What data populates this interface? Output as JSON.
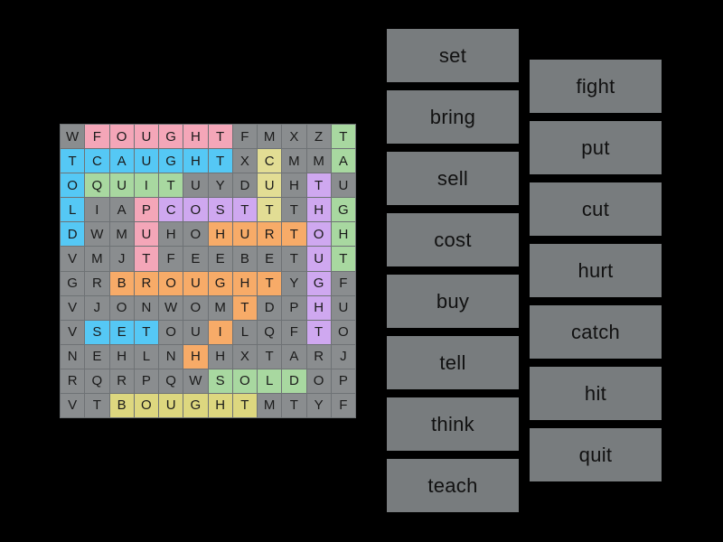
{
  "app": {
    "type": "word-search-puzzle",
    "background_color": "#000000"
  },
  "colors": {
    "cell_default": "#8a8d8f",
    "grid_line": "#6e7275",
    "button_bg": "#787c7e",
    "button_text": "#111111",
    "letter_text": "#1a1a1a",
    "highlight_pink": "#f4a6b8",
    "highlight_cyan": "#55c8f5",
    "highlight_green": "#a8d8a0",
    "highlight_yellow": "#ddd77f",
    "highlight_purple": "#cfa8f0",
    "highlight_orange": "#f7ab68",
    "highlight_khaki": "#e2dd94"
  },
  "grid": {
    "rows": 12,
    "cols": 12,
    "cells": [
      [
        {
          "l": "W",
          "c": "cell_default"
        },
        {
          "l": "F",
          "c": "highlight_pink"
        },
        {
          "l": "O",
          "c": "highlight_pink"
        },
        {
          "l": "U",
          "c": "highlight_pink"
        },
        {
          "l": "G",
          "c": "highlight_pink"
        },
        {
          "l": "H",
          "c": "highlight_pink"
        },
        {
          "l": "T",
          "c": "highlight_pink"
        },
        {
          "l": "F",
          "c": "cell_default"
        },
        {
          "l": "M",
          "c": "cell_default"
        },
        {
          "l": "X",
          "c": "cell_default"
        },
        {
          "l": "Z",
          "c": "cell_default"
        },
        {
          "l": "T",
          "c": "highlight_green"
        }
      ],
      [
        {
          "l": "T",
          "c": "highlight_cyan"
        },
        {
          "l": "C",
          "c": "highlight_cyan"
        },
        {
          "l": "A",
          "c": "highlight_cyan"
        },
        {
          "l": "U",
          "c": "highlight_cyan"
        },
        {
          "l": "G",
          "c": "highlight_cyan"
        },
        {
          "l": "H",
          "c": "highlight_cyan"
        },
        {
          "l": "T",
          "c": "highlight_cyan"
        },
        {
          "l": "X",
          "c": "cell_default"
        },
        {
          "l": "C",
          "c": "highlight_khaki"
        },
        {
          "l": "M",
          "c": "cell_default"
        },
        {
          "l": "M",
          "c": "cell_default"
        },
        {
          "l": "A",
          "c": "highlight_green"
        }
      ],
      [
        {
          "l": "O",
          "c": "highlight_cyan"
        },
        {
          "l": "Q",
          "c": "highlight_green"
        },
        {
          "l": "U",
          "c": "highlight_green"
        },
        {
          "l": "I",
          "c": "highlight_green"
        },
        {
          "l": "T",
          "c": "highlight_green"
        },
        {
          "l": "U",
          "c": "cell_default"
        },
        {
          "l": "Y",
          "c": "cell_default"
        },
        {
          "l": "D",
          "c": "cell_default"
        },
        {
          "l": "U",
          "c": "highlight_khaki"
        },
        {
          "l": "H",
          "c": "cell_default"
        },
        {
          "l": "T",
          "c": "highlight_purple"
        },
        {
          "l": "U",
          "c": "cell_default"
        }
      ],
      [
        {
          "l": "L",
          "c": "highlight_cyan"
        },
        {
          "l": "I",
          "c": "cell_default"
        },
        {
          "l": "A",
          "c": "cell_default"
        },
        {
          "l": "P",
          "c": "highlight_pink"
        },
        {
          "l": "C",
          "c": "highlight_purple"
        },
        {
          "l": "O",
          "c": "highlight_purple"
        },
        {
          "l": "S",
          "c": "highlight_purple"
        },
        {
          "l": "T",
          "c": "highlight_purple"
        },
        {
          "l": "T",
          "c": "highlight_khaki"
        },
        {
          "l": "T",
          "c": "cell_default"
        },
        {
          "l": "H",
          "c": "highlight_purple"
        },
        {
          "l": "G",
          "c": "highlight_green"
        }
      ],
      [
        {
          "l": "D",
          "c": "highlight_cyan"
        },
        {
          "l": "W",
          "c": "cell_default"
        },
        {
          "l": "M",
          "c": "cell_default"
        },
        {
          "l": "U",
          "c": "highlight_pink"
        },
        {
          "l": "H",
          "c": "cell_default"
        },
        {
          "l": "O",
          "c": "cell_default"
        },
        {
          "l": "H",
          "c": "highlight_orange"
        },
        {
          "l": "U",
          "c": "highlight_orange"
        },
        {
          "l": "R",
          "c": "highlight_orange"
        },
        {
          "l": "T",
          "c": "highlight_orange"
        },
        {
          "l": "O",
          "c": "highlight_purple"
        },
        {
          "l": "H",
          "c": "highlight_green"
        }
      ],
      [
        {
          "l": "V",
          "c": "cell_default"
        },
        {
          "l": "M",
          "c": "cell_default"
        },
        {
          "l": "J",
          "c": "cell_default"
        },
        {
          "l": "T",
          "c": "highlight_pink"
        },
        {
          "l": "F",
          "c": "cell_default"
        },
        {
          "l": "E",
          "c": "cell_default"
        },
        {
          "l": "E",
          "c": "cell_default"
        },
        {
          "l": "B",
          "c": "cell_default"
        },
        {
          "l": "E",
          "c": "cell_default"
        },
        {
          "l": "T",
          "c": "cell_default"
        },
        {
          "l": "U",
          "c": "highlight_purple"
        },
        {
          "l": "T",
          "c": "highlight_green"
        }
      ],
      [
        {
          "l": "G",
          "c": "cell_default"
        },
        {
          "l": "R",
          "c": "cell_default"
        },
        {
          "l": "B",
          "c": "highlight_orange"
        },
        {
          "l": "R",
          "c": "highlight_orange"
        },
        {
          "l": "O",
          "c": "highlight_orange"
        },
        {
          "l": "U",
          "c": "highlight_orange"
        },
        {
          "l": "G",
          "c": "highlight_orange"
        },
        {
          "l": "H",
          "c": "highlight_orange"
        },
        {
          "l": "T",
          "c": "highlight_orange"
        },
        {
          "l": "Y",
          "c": "cell_default"
        },
        {
          "l": "G",
          "c": "highlight_purple"
        },
        {
          "l": "F",
          "c": "cell_default"
        }
      ],
      [
        {
          "l": "V",
          "c": "cell_default"
        },
        {
          "l": "J",
          "c": "cell_default"
        },
        {
          "l": "O",
          "c": "cell_default"
        },
        {
          "l": "N",
          "c": "cell_default"
        },
        {
          "l": "W",
          "c": "cell_default"
        },
        {
          "l": "O",
          "c": "cell_default"
        },
        {
          "l": "M",
          "c": "cell_default"
        },
        {
          "l": "T",
          "c": "highlight_orange"
        },
        {
          "l": "D",
          "c": "cell_default"
        },
        {
          "l": "P",
          "c": "cell_default"
        },
        {
          "l": "H",
          "c": "highlight_purple"
        },
        {
          "l": "U",
          "c": "cell_default"
        }
      ],
      [
        {
          "l": "V",
          "c": "cell_default"
        },
        {
          "l": "S",
          "c": "highlight_cyan"
        },
        {
          "l": "E",
          "c": "highlight_cyan"
        },
        {
          "l": "T",
          "c": "highlight_cyan"
        },
        {
          "l": "O",
          "c": "cell_default"
        },
        {
          "l": "U",
          "c": "cell_default"
        },
        {
          "l": "I",
          "c": "highlight_orange"
        },
        {
          "l": "L",
          "c": "cell_default"
        },
        {
          "l": "Q",
          "c": "cell_default"
        },
        {
          "l": "F",
          "c": "cell_default"
        },
        {
          "l": "T",
          "c": "highlight_purple"
        },
        {
          "l": "O",
          "c": "cell_default"
        }
      ],
      [
        {
          "l": "N",
          "c": "cell_default"
        },
        {
          "l": "E",
          "c": "cell_default"
        },
        {
          "l": "H",
          "c": "cell_default"
        },
        {
          "l": "L",
          "c": "cell_default"
        },
        {
          "l": "N",
          "c": "cell_default"
        },
        {
          "l": "H",
          "c": "highlight_orange"
        },
        {
          "l": "H",
          "c": "cell_default"
        },
        {
          "l": "X",
          "c": "cell_default"
        },
        {
          "l": "T",
          "c": "cell_default"
        },
        {
          "l": "A",
          "c": "cell_default"
        },
        {
          "l": "R",
          "c": "cell_default"
        },
        {
          "l": "J",
          "c": "cell_default"
        }
      ],
      [
        {
          "l": "R",
          "c": "cell_default"
        },
        {
          "l": "Q",
          "c": "cell_default"
        },
        {
          "l": "R",
          "c": "cell_default"
        },
        {
          "l": "P",
          "c": "cell_default"
        },
        {
          "l": "Q",
          "c": "cell_default"
        },
        {
          "l": "W",
          "c": "cell_default"
        },
        {
          "l": "S",
          "c": "highlight_green"
        },
        {
          "l": "O",
          "c": "highlight_green"
        },
        {
          "l": "L",
          "c": "highlight_green"
        },
        {
          "l": "D",
          "c": "highlight_green"
        },
        {
          "l": "O",
          "c": "cell_default"
        },
        {
          "l": "P",
          "c": "cell_default"
        }
      ],
      [
        {
          "l": "V",
          "c": "cell_default"
        },
        {
          "l": "T",
          "c": "cell_default"
        },
        {
          "l": "B",
          "c": "highlight_yellow"
        },
        {
          "l": "O",
          "c": "highlight_yellow"
        },
        {
          "l": "U",
          "c": "highlight_yellow"
        },
        {
          "l": "G",
          "c": "highlight_yellow"
        },
        {
          "l": "H",
          "c": "highlight_yellow"
        },
        {
          "l": "T",
          "c": "highlight_yellow"
        },
        {
          "l": "M",
          "c": "cell_default"
        },
        {
          "l": "T",
          "c": "cell_default"
        },
        {
          "l": "Y",
          "c": "cell_default"
        },
        {
          "l": "F",
          "c": "cell_default"
        }
      ]
    ]
  },
  "word_list": {
    "left_column": [
      {
        "label": "set"
      },
      {
        "label": "bring"
      },
      {
        "label": "sell"
      },
      {
        "label": "cost"
      },
      {
        "label": "buy"
      },
      {
        "label": "tell"
      },
      {
        "label": "think"
      },
      {
        "label": "teach"
      }
    ],
    "right_column": [
      {
        "label": "fight"
      },
      {
        "label": "put"
      },
      {
        "label": "cut"
      },
      {
        "label": "hurt"
      },
      {
        "label": "catch"
      },
      {
        "label": "hit"
      },
      {
        "label": "quit"
      }
    ]
  }
}
